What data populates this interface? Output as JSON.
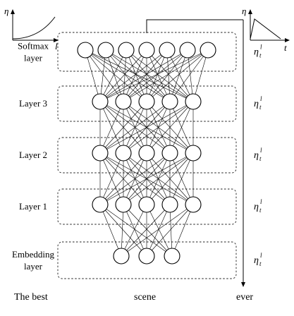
{
  "layers": [
    {
      "label_lines": [
        "Softmax",
        "layer"
      ],
      "nodes": 7
    },
    {
      "label_lines": [
        "Layer 3"
      ],
      "nodes": 5
    },
    {
      "label_lines": [
        "Layer 2"
      ],
      "nodes": 5
    },
    {
      "label_lines": [
        "Layer 1"
      ],
      "nodes": 5
    },
    {
      "label_lines": [
        "Embedding",
        "layer"
      ],
      "nodes": 3
    }
  ],
  "eta_labels": [
    "η",
    "t",
    "l"
  ],
  "left_graph": {
    "y_label": "η",
    "x_label": "l"
  },
  "right_graph": {
    "y_label": "η",
    "x_label": "t"
  },
  "bottom_words": [
    "The best",
    "scene",
    "ever"
  ]
}
